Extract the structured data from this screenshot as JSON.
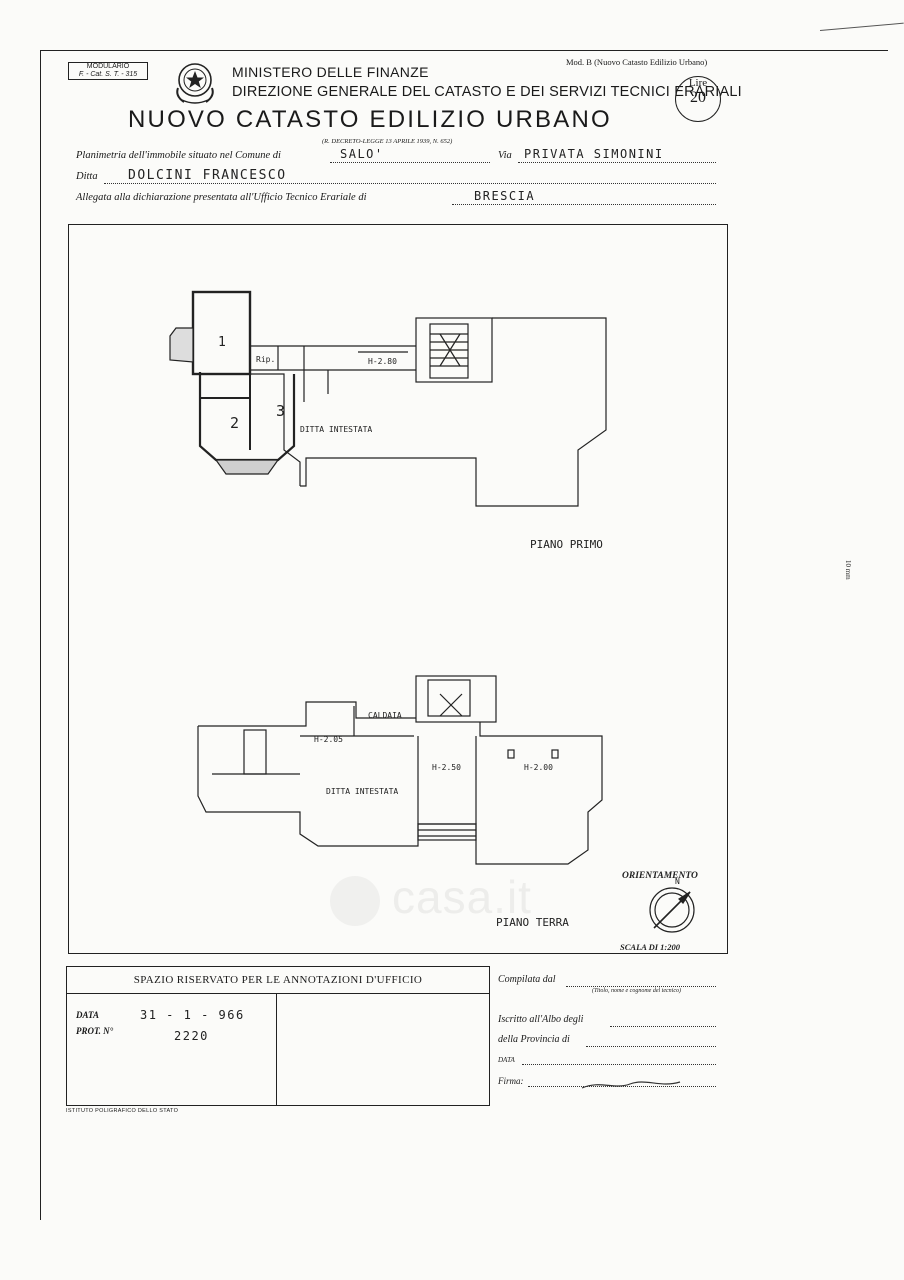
{
  "header": {
    "modulario_line1": "MODULARIO",
    "modulario_line2": "F. - Cat. S. T. - 315",
    "mod_b": "Mod. B (Nuovo Catasto Edilizio Urbano)",
    "ministero": "MINISTERO DELLE FINANZE",
    "direzione": "DIREZIONE GENERALE DEL CATASTO E DEI SERVIZI TECNICI ERARIALI",
    "title": "NUOVO CATASTO EDILIZIO URBANO",
    "decreto": "(R. DECRETO-LEGGE 13 APRILE 1939, N. 652)",
    "stamp_label": "Lire",
    "stamp_value": "20",
    "emblem_icon": "republic-emblem-icon"
  },
  "fields": {
    "comune_label": "Planimetria dell'immobile situato nel Comune di",
    "comune_value": "SALO'",
    "via_label": "Via",
    "via_value": "PRIVATA   SIMONINI",
    "ditta_label": "Ditta",
    "ditta_value": "DOLCINI        FRANCESCO",
    "allegata_label": "Allegata alla dichiarazione presentata all'Ufficio Tecnico Erariale di",
    "allegata_value": "BRESCIA"
  },
  "plan": {
    "upper": {
      "room_1": "1",
      "room_2": "2",
      "room_3": "3",
      "rip": "Rip.",
      "height": "H-2.80",
      "ditta": "DITTA   INTESTATA",
      "floor_label": "PIANO     PRIMO"
    },
    "lower": {
      "caldaia": "CALDAIA",
      "h1": "H-2.05",
      "h2": "H-2.50",
      "h3": "H-2.00",
      "ditta": "DITTA  INTESTATA",
      "floor_label": "PIANO    TERRA"
    },
    "orientamento": "ORIENTAMENTO",
    "north": "N",
    "scala": "SCALA DI 1:200",
    "watermark": "casa.it"
  },
  "office": {
    "header": "SPAZIO RISERVATO PER LE ANNOTAZIONI D'UFFICIO",
    "data_label": "DATA",
    "data_value": "31 - 1 - 966",
    "prot_label": "PROT. N°",
    "prot_value": "2220"
  },
  "compilata": {
    "compilata_label": "Compilata dal",
    "nome_hint": "(Titolo, nome e cognome del tecnico)",
    "iscritto_label": "Iscritto all'Albo degli",
    "provincia_label": "della Provincia di",
    "data_label": "DATA",
    "firma_label": "Firma:"
  },
  "footer": {
    "istituto": "ISTITUTO POLIGRAFICO DELLO STATO",
    "side_scale": "10 mm"
  }
}
